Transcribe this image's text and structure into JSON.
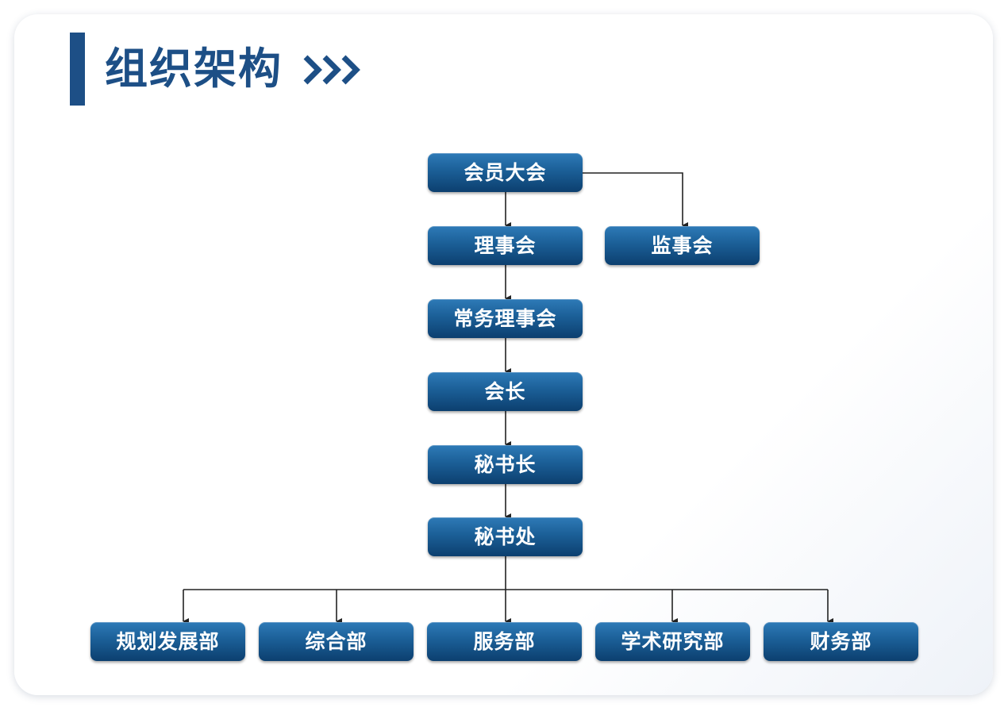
{
  "header": {
    "title": "组织架构"
  },
  "colors": {
    "accent": "#1d4f86",
    "node_top": "#2e7ab7",
    "node_bottom": "#0c3f6f",
    "connector": "#222222"
  },
  "nodes": {
    "general_assembly": "会员大会",
    "council": "理事会",
    "supervisory_board": "监事会",
    "standing_council": "常务理事会",
    "president": "会长",
    "secretary_general": "秘书长",
    "secretariat": "秘书处",
    "departments": [
      "规划发展部",
      "综合部",
      "服务部",
      "学术研究部",
      "财务部"
    ]
  }
}
